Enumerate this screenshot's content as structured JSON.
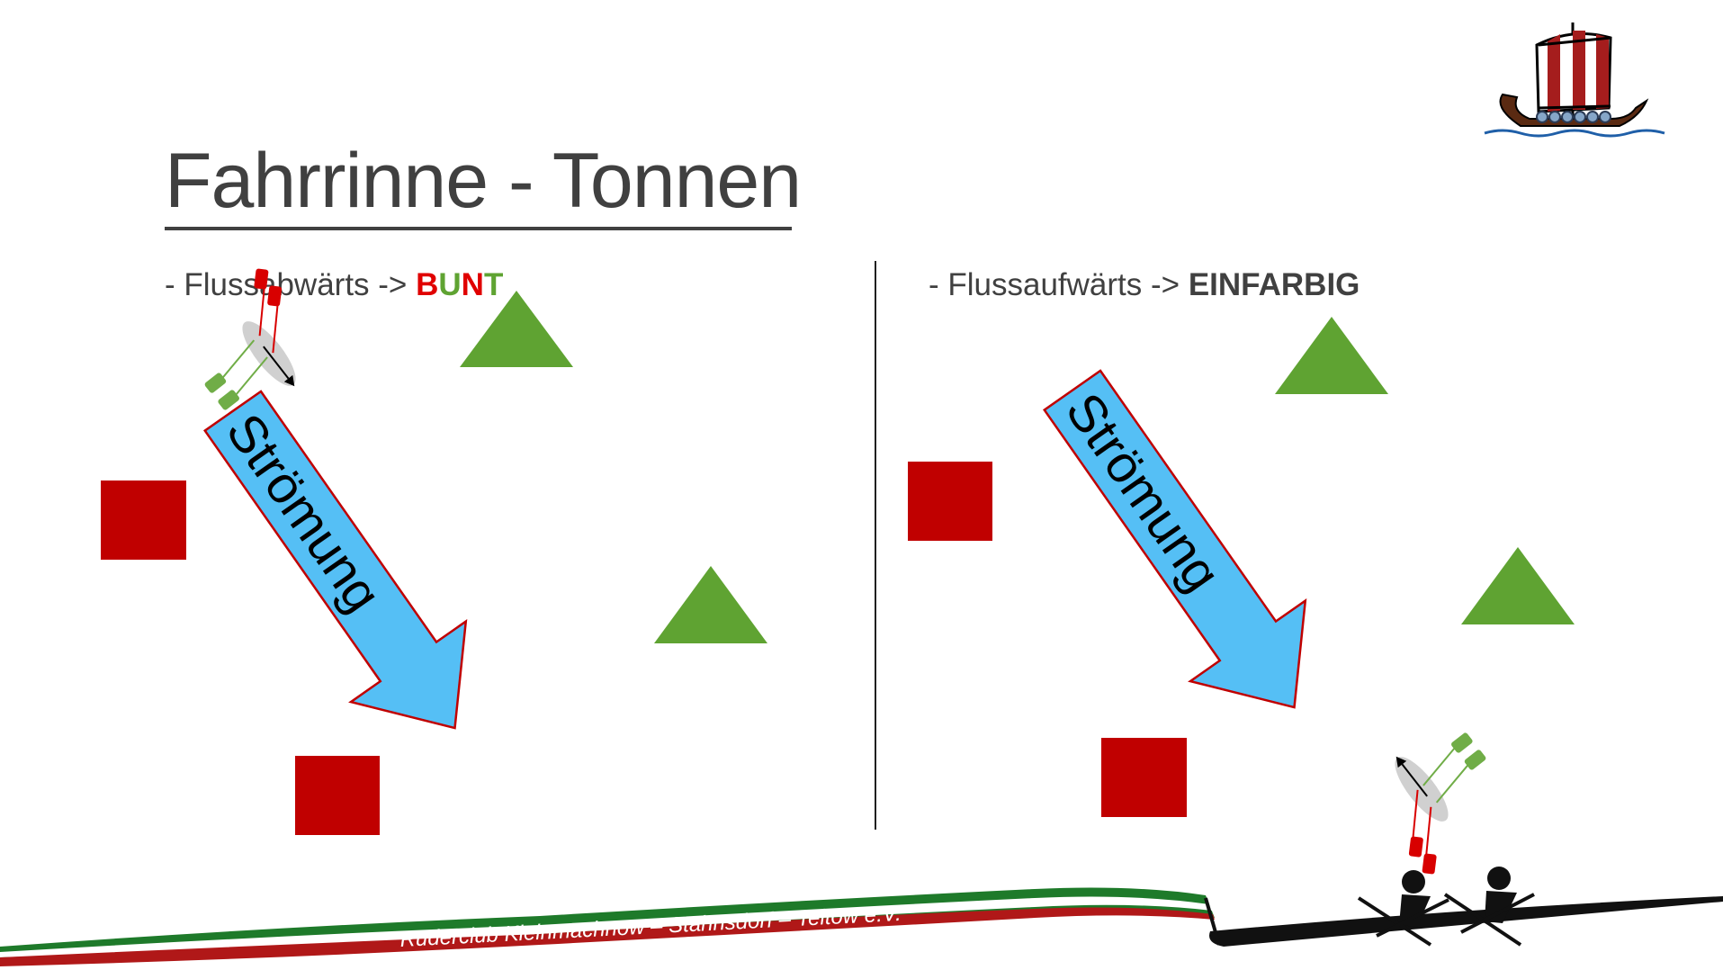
{
  "title": "Fahrrinne - Tonnen",
  "left": {
    "prefix": "- Flussabwärts -> ",
    "keyword_letters": [
      {
        "char": "B",
        "color": "#e00000"
      },
      {
        "char": "U",
        "color": "#5fa332"
      },
      {
        "char": "N",
        "color": "#e00000"
      },
      {
        "char": "T",
        "color": "#5fa332"
      }
    ],
    "arrow_label": "Strömung"
  },
  "right": {
    "prefix": "- Flussaufwärts -> ",
    "keyword": "EINFARBIG",
    "arrow_label": "Strömung"
  },
  "banner_text": "Ruderclub    Kleinmachnow – Stahnsdorf  – Teltow  e.V.",
  "colors": {
    "buoy_red": "#c00000",
    "buoy_green": "#5fa332",
    "current_arrow_fill": "#55bff5",
    "current_arrow_stroke": "#c00000",
    "text_dark": "#404040",
    "oar_red": "#d80000",
    "oar_green": "#70ad47"
  },
  "icons": [
    "viking-ship-logo",
    "rowing-boat-icon",
    "rowing-double-scull-icon"
  ]
}
